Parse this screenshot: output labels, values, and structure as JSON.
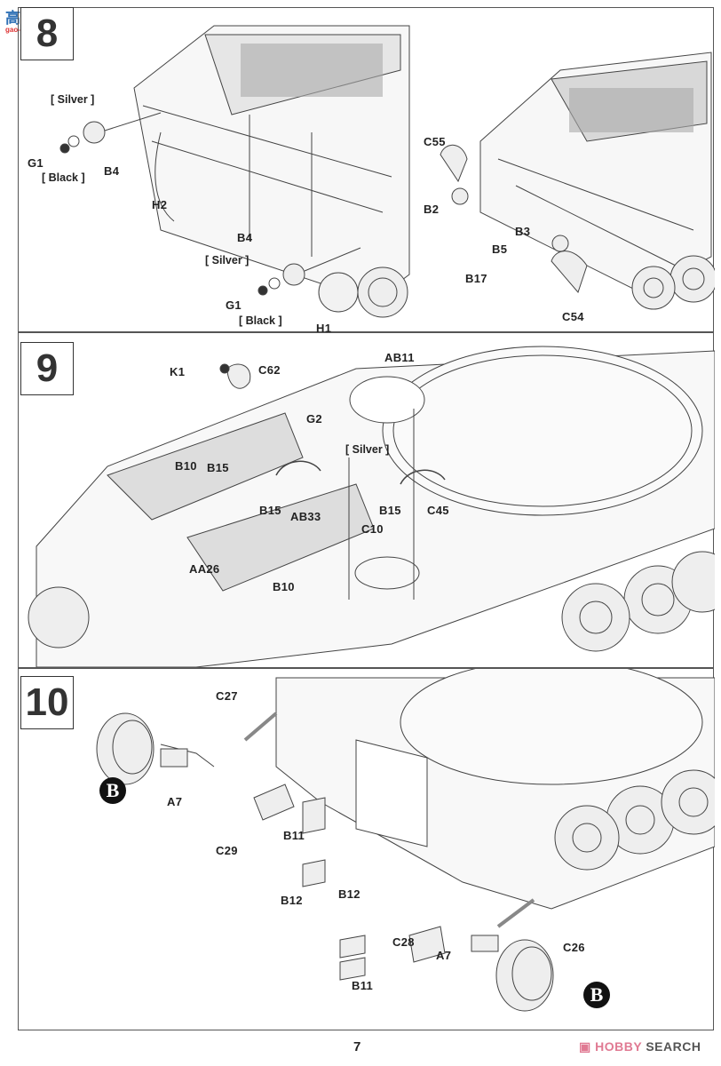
{
  "watermark": {
    "chars": "高 网",
    "url": "gao-shou.com"
  },
  "steps": [
    {
      "number": "8",
      "left_view": {
        "paint_silver_1": "[ Silver ]",
        "paint_black_1": "[ Black ]",
        "parts": [
          "G1",
          "B4",
          "H2",
          "B4",
          "G1",
          "H1"
        ],
        "paint_silver_2": "[ Silver ]",
        "paint_black_2": "[ Black ]"
      },
      "right_view": {
        "parts": [
          "C55",
          "B2",
          "B3",
          "B5",
          "B17",
          "C54"
        ]
      }
    },
    {
      "number": "9",
      "parts": [
        "K1",
        "C62",
        "AB11",
        "G2",
        "B10",
        "B15",
        "B15",
        "B15",
        "AB33",
        "C10",
        "C45",
        "AA26",
        "B10"
      ],
      "paint_silver": "[ Silver ]"
    },
    {
      "number": "10",
      "parts": [
        "C27",
        "A7",
        "C29",
        "B11",
        "B12",
        "B12",
        "B11",
        "C28",
        "A7",
        "C26"
      ],
      "callout": "B"
    }
  ],
  "footer": {
    "page_number": "7",
    "brand_prefix": "HO",
    "brand_mid": "BBY",
    "brand_suffix": "SEARCH"
  }
}
